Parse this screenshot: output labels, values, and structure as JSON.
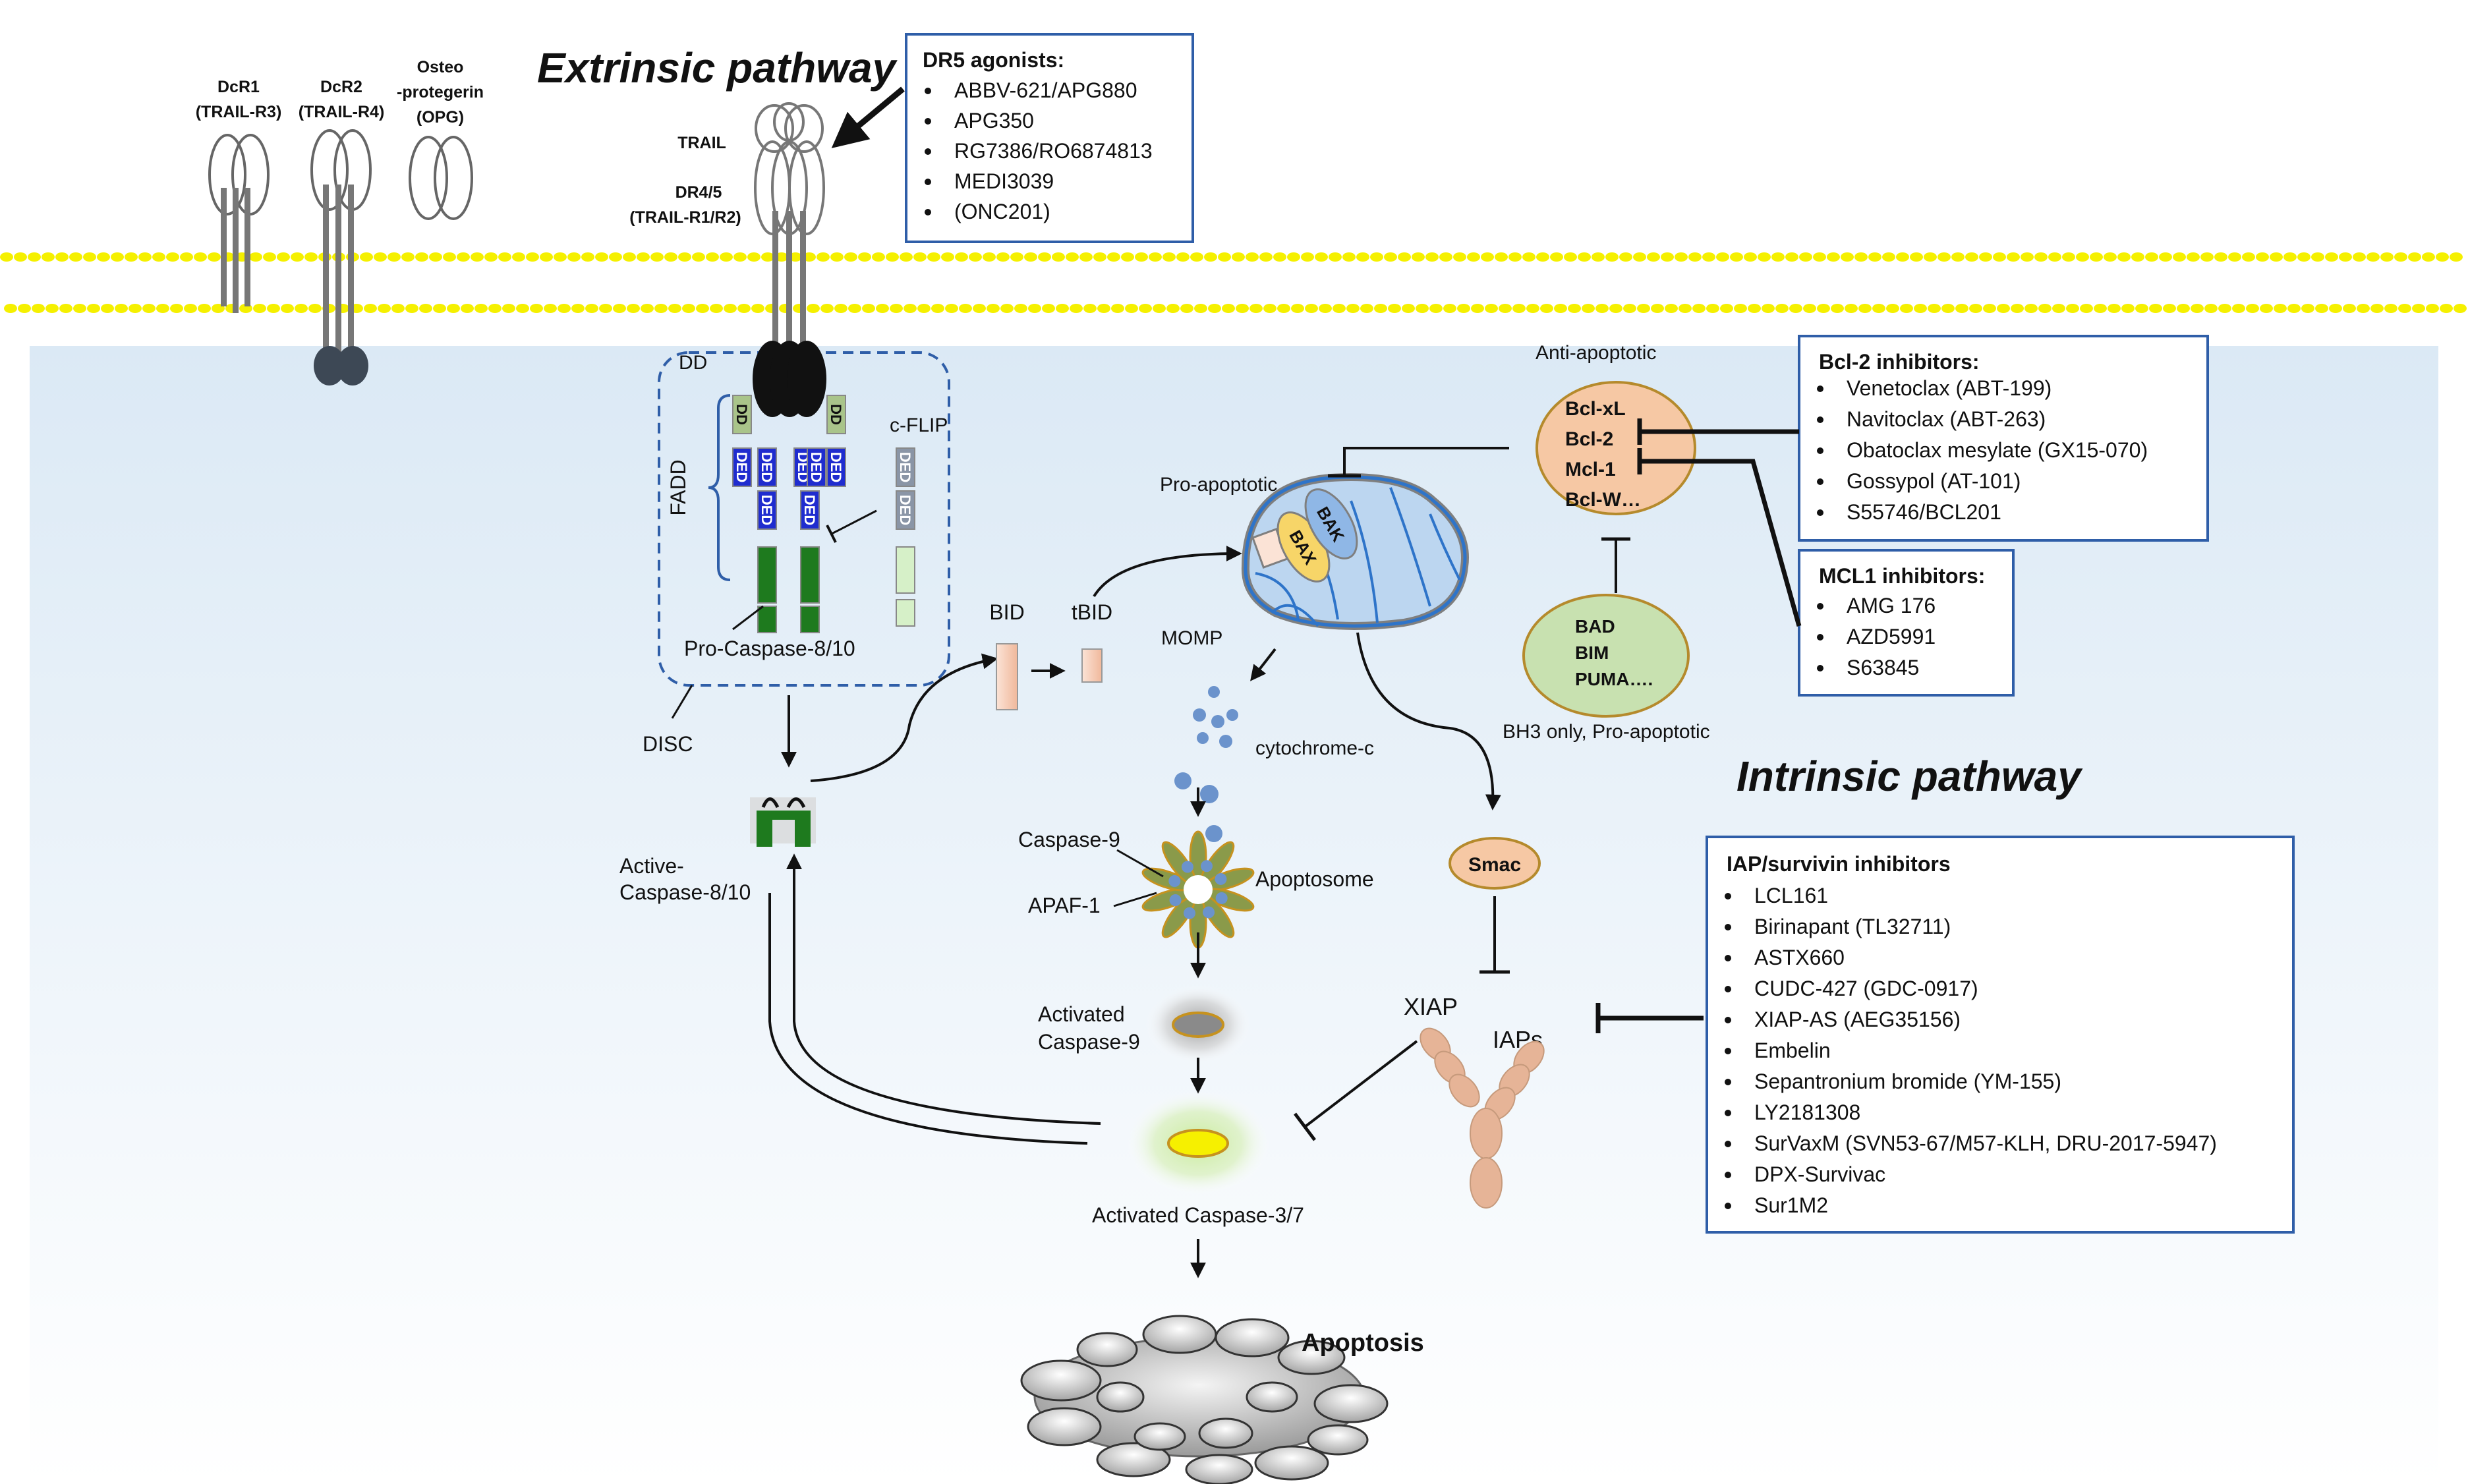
{
  "titles": {
    "extrinsic": "Extrinsic pathway",
    "intrinsic": "Intrinsic pathway"
  },
  "receptors": {
    "dcr1": [
      "DcR1",
      "(TRAIL-R3)"
    ],
    "dcr2": [
      "DcR2",
      "(TRAIL-R4)"
    ],
    "opg": [
      "Osteo",
      "-protegerin",
      "(OPG)"
    ],
    "trail": "TRAIL",
    "dr45": [
      "DR4/5",
      "(TRAIL-R1/R2)"
    ]
  },
  "disc": {
    "dd": "DD",
    "fadd": "FADD",
    "cflip": "c-FLIP",
    "dd_domain": "DD",
    "ded_domain": "DED",
    "pro_caspase": "Pro-Caspase-8/10",
    "disc": "DISC"
  },
  "labels": {
    "active_caspase": [
      "Active-",
      "Caspase-8/10"
    ],
    "bid": "BID",
    "tbid": "tBID",
    "pro_apoptotic": "Pro-apoptotic",
    "momp": "MOMP",
    "bak": "BAK",
    "bax": "BAX",
    "cytochrome": "cytochrome-c",
    "caspase9": "Caspase-9",
    "apaf1": "APAF-1",
    "apoptosome": "Apoptosome",
    "activated_caspase9": [
      "Activated",
      "Caspase-9"
    ],
    "activated_caspase37": "Activated Caspase-3/7",
    "apoptosis": "Apoptosis",
    "anti_apoptotic": "Anti-apoptotic",
    "bh3_only": "BH3 only, Pro-apoptotic",
    "smac": "Smac",
    "xiap": "XIAP",
    "iaps": "IAPs"
  },
  "anti_apoptotic_members": [
    "Bcl-xL",
    "Bcl-2",
    "Mcl-1",
    "Bcl-W…"
  ],
  "bh3_members": [
    "BAD",
    "BIM",
    "PUMA…."
  ],
  "boxes": {
    "dr5": {
      "title": "DR5 agonists:",
      "items": [
        "ABBV-621/APG880",
        "APG350",
        "RG7386/RO6874813",
        "MEDI3039",
        "(ONC201)"
      ]
    },
    "bcl2": {
      "title": "Bcl-2 inhibitors:",
      "items": [
        "Venetoclax (ABT-199)",
        "Navitoclax (ABT-263)",
        "Obatoclax mesylate (GX15-070)",
        "Gossypol (AT-101)",
        "S55746/BCL201"
      ]
    },
    "mcl1": {
      "title": "MCL1 inhibitors:",
      "items": [
        "AMG 176",
        "AZD5991",
        "S63845"
      ]
    },
    "iap": {
      "title": "IAP/survivin inhibitors",
      "items": [
        "LCL161",
        "Birinapant (TL32711)",
        "ASTX660",
        "CUDC-427 (GDC-0917)",
        "XIAP-AS (AEG35156)",
        "Embelin",
        "Sepantronium bromide (YM-155)",
        "LY2181308",
        "SurVaxM (SVN53-67/M57-KLH, DRU-2017-5947)",
        "DPX-Survivac",
        "Sur1M2"
      ]
    }
  },
  "colors": {
    "cytoplasm_top": "#ddebf6",
    "membrane_dot": "#f5f000",
    "box_border": "#2f5ea8",
    "disc_dash": "#2f5ea8",
    "dd_green": "#a9c48a",
    "ded_blue": "#1f2ccf",
    "caspase_green": "#1e7a1e",
    "cflip_grey": "#8a95a6",
    "anti_apoptotic_fill": "#f6c8a4",
    "bh3_fill": "#c8e1b0",
    "bax_yellow": "#f7d568",
    "bak_blue": "#8fb7e6",
    "mito_blue": "#2e74c9",
    "iap_tan": "#e6b497"
  }
}
